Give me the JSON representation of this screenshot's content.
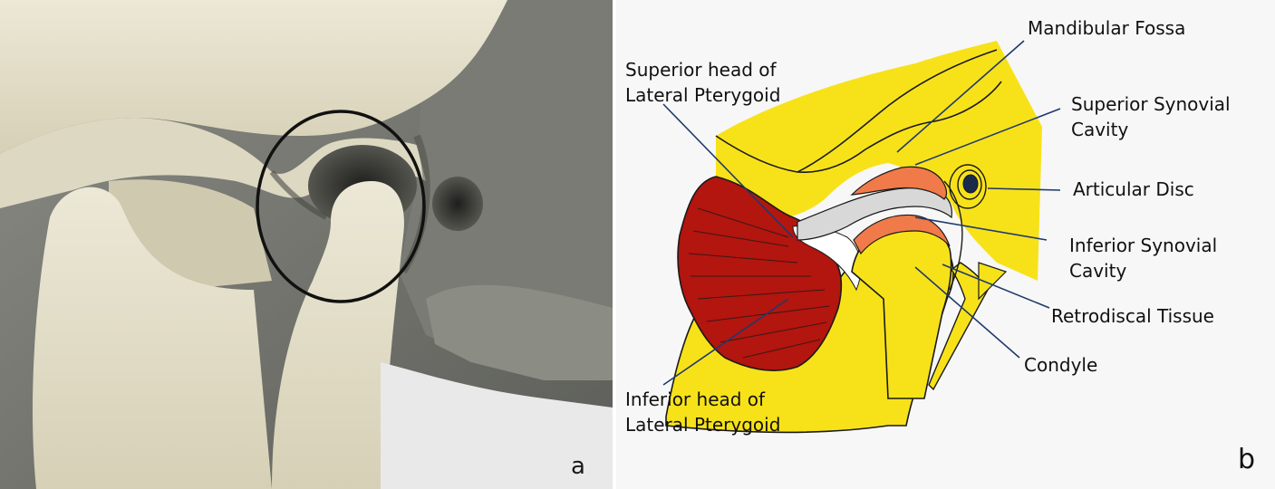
{
  "panel_a": {
    "letter": "a",
    "colors": {
      "background": "#6d6f6a",
      "bone": "#e6e2cf",
      "shadow": "#3a3a36",
      "circle": "#111111"
    }
  },
  "panel_b": {
    "letter": "b",
    "labels": {
      "mandibular_fossa": "Mandibular Fossa",
      "superior_head_line1": "Superior head of",
      "superior_head_line2": "Lateral Pterygoid",
      "superior_synovial_line1": "Superior Synovial",
      "superior_synovial_line2": "Cavity",
      "articular_disc": "Articular Disc",
      "inferior_synovial_line1": "Inferior Synovial",
      "inferior_synovial_line2": "Cavity",
      "retrodiscal_tissue": "Retrodiscal Tissue",
      "condyle": "Condyle",
      "inferior_head_line1": "Inferior head of",
      "inferior_head_line2": "Lateral Pterygoid"
    },
    "colors": {
      "bone": "#f7e21a",
      "muscle": "#b3150f",
      "synovial": "#f07a4a",
      "disc": "#d8d8d8",
      "outline": "#1a1a1a",
      "leader": "#1f3a6b"
    }
  }
}
